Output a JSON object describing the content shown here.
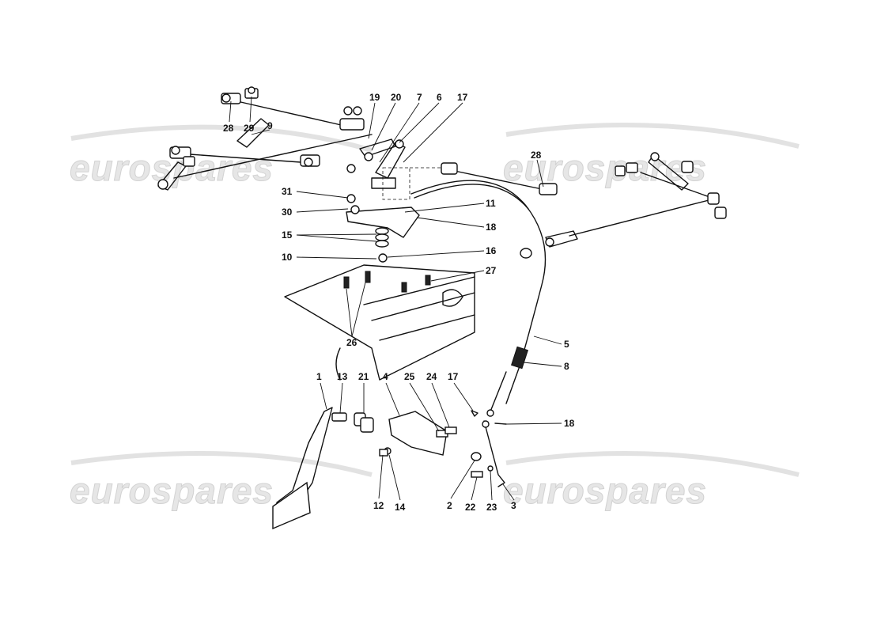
{
  "watermark": {
    "text": "eurospares"
  },
  "callouts": [
    {
      "n": "19"
    },
    {
      "n": "20"
    },
    {
      "n": "7"
    },
    {
      "n": "6"
    },
    {
      "n": "17"
    },
    {
      "n": "28"
    },
    {
      "n": "29"
    },
    {
      "n": "9"
    },
    {
      "n": "28"
    },
    {
      "n": "31"
    },
    {
      "n": "30"
    },
    {
      "n": "11"
    },
    {
      "n": "18"
    },
    {
      "n": "15"
    },
    {
      "n": "16"
    },
    {
      "n": "10"
    },
    {
      "n": "27"
    },
    {
      "n": "26"
    },
    {
      "n": "5"
    },
    {
      "n": "8"
    },
    {
      "n": "1"
    },
    {
      "n": "13"
    },
    {
      "n": "21"
    },
    {
      "n": "4"
    },
    {
      "n": "25"
    },
    {
      "n": "24"
    },
    {
      "n": "17"
    },
    {
      "n": "18"
    },
    {
      "n": "12"
    },
    {
      "n": "14"
    },
    {
      "n": "2"
    },
    {
      "n": "22"
    },
    {
      "n": "23"
    },
    {
      "n": "3"
    }
  ]
}
